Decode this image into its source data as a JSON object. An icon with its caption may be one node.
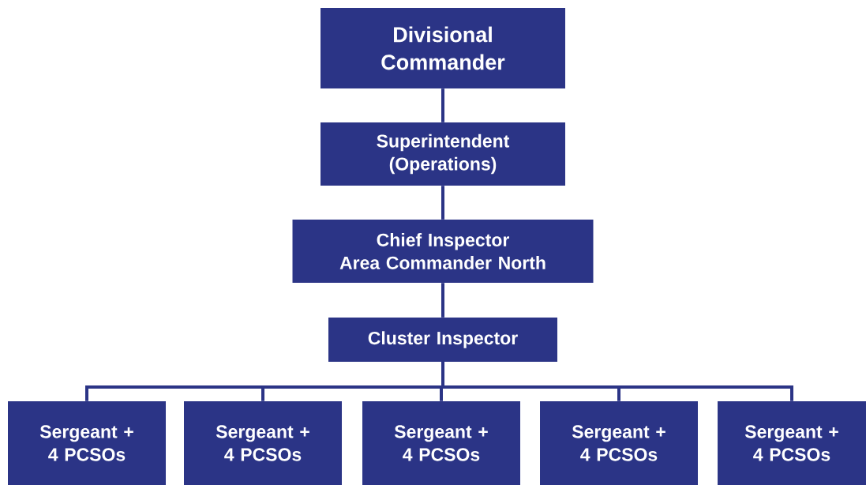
{
  "diagram": {
    "nodes": [
      {
        "text": [
          "Divisional Commander"
        ]
      },
      {
        "text": [
          "Superintendent (Operations)"
        ]
      },
      {
        "text": [
          "Chief Inspector",
          "Area Commander North"
        ]
      },
      {
        "text": [
          "Cluster Inspector"
        ]
      },
      {
        "text": [
          "Sergeant + 4 PCSOs"
        ]
      },
      {
        "text": [
          "Sergeant + 4 PCSOs"
        ]
      },
      {
        "text": [
          "Sergeant + 4 PCSOs"
        ]
      },
      {
        "text": [
          "Sergeant + 4 PCSOs"
        ]
      },
      {
        "text": [
          "Sergeant + 4 PCSOs"
        ]
      }
    ],
    "edges": [
      {
        "from": 0,
        "to": 1,
        "arrow": "none"
      },
      {
        "from": 1,
        "to": 2,
        "arrow": "none"
      },
      {
        "from": 2,
        "to": 3,
        "arrow": "none"
      },
      {
        "from": 3,
        "to": 4,
        "arrow": "none"
      },
      {
        "from": 3,
        "to": 5,
        "arrow": "none"
      },
      {
        "from": 3,
        "to": 6,
        "arrow": "none"
      },
      {
        "from": 3,
        "to": 7,
        "arrow": "none"
      },
      {
        "from": 3,
        "to": 8,
        "arrow": "none"
      }
    ]
  }
}
